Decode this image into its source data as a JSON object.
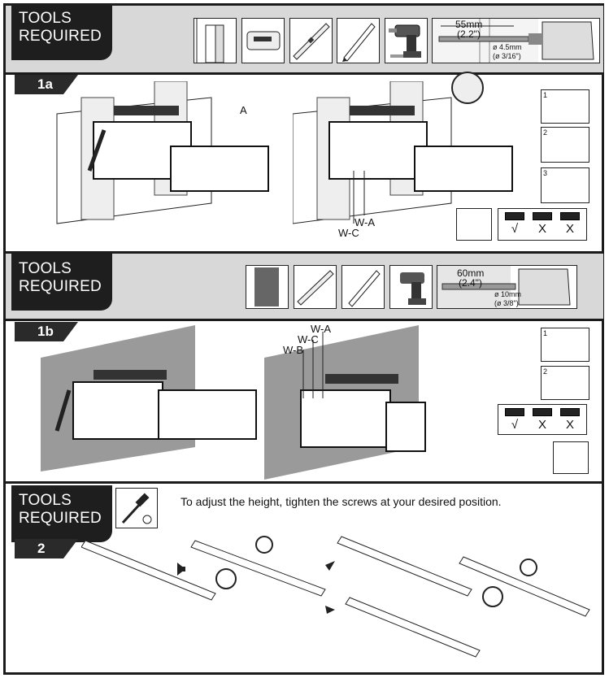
{
  "tools_heading": "TOOLS\nREQUIRED",
  "steps": [
    {
      "id": "1a",
      "label": "1a"
    },
    {
      "id": "1b",
      "label": "1b"
    },
    {
      "id": "2",
      "label": "2"
    }
  ],
  "step1a": {
    "part_label": "A",
    "hw_labels": [
      "W-A",
      "W-C"
    ],
    "drill_depth": "55mm",
    "drill_depth_in": "(2.2\")",
    "drill_dia": "ø 4.5mm",
    "drill_dia_in": "(ø 3/16\")",
    "sub_steps": [
      "1",
      "2",
      "3"
    ],
    "checks": [
      "√",
      "X",
      "X"
    ]
  },
  "step1b": {
    "hw_labels": [
      "W-A",
      "W-C",
      "W-B"
    ],
    "drill_depth": "60mm",
    "drill_depth_in": "(2.4\")",
    "drill_dia": "ø 10mm",
    "drill_dia_in": "(ø 3/8\")",
    "sub_steps": [
      "1",
      "2"
    ],
    "checks": [
      "√",
      "X",
      "X"
    ]
  },
  "step2": {
    "instruction": "To adjust the height, tighten the screws at your desired position."
  }
}
